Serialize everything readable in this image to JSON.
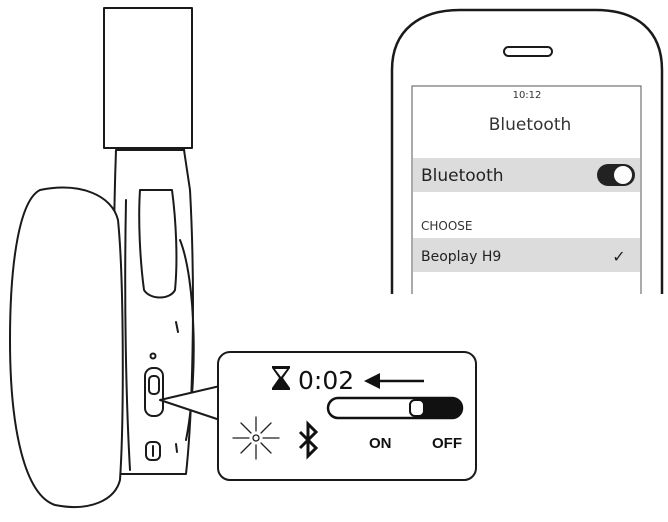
{
  "phone": {
    "time": "10:12",
    "screen_title": "Bluetooth",
    "bluetooth_row_label": "Bluetooth",
    "bluetooth_toggle_state": "on",
    "section_header": "CHOOSE",
    "device_name": "Beoplay H9",
    "device_checked": "✓"
  },
  "callout": {
    "timer_value": "0:02",
    "switch_on_label": "ON",
    "switch_off_label": "OFF",
    "icons": [
      "hourglass-icon",
      "arrow-left-icon",
      "indicator-light-flashing-icon",
      "bluetooth-icon"
    ]
  },
  "colors": {
    "line": "#1a1a1a",
    "row_highlight": "#dcdcdc",
    "text": "#333333"
  }
}
